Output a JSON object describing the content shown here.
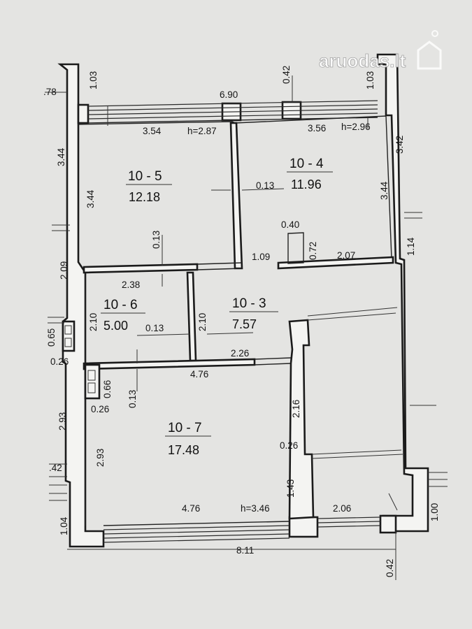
{
  "watermark": "aruodas.lt",
  "rooms": [
    {
      "id": "10 - 5",
      "area": "12.18"
    },
    {
      "id": "10 - 4",
      "area": "11.96"
    },
    {
      "id": "10 - 6",
      "area": "5.00"
    },
    {
      "id": "10 - 3",
      "area": "7.57"
    },
    {
      "id": "10 - 7",
      "area": "17.48"
    }
  ],
  "dimensions": {
    "d_078": ".78",
    "d_103a": "1.03",
    "d_690": "6.90",
    "d_042a": "0.42",
    "d_103b": "1.03",
    "d_354": "3.54",
    "h_287": "h=2.87",
    "d_356": "3.56",
    "h_296": "h=2.96",
    "d_344a": "3.44",
    "d_344b": "3.44",
    "d_344c": "3.44",
    "d_342": "3.42",
    "d_013a": "0.13",
    "d_013b": "0.13",
    "d_040": "0.40",
    "d_072": "0.72",
    "d_109": "1.09",
    "d_207": "2.07",
    "d_114": "1.14",
    "d_209": "2.09",
    "d_238": "2.38",
    "d_210a": "2.10",
    "d_210b": "2.10",
    "d_013c": "0.13",
    "d_065": "0.65",
    "d_026a": "0.26",
    "d_226": "2.26",
    "d_476a": "4.76",
    "d_066": "0.66",
    "d_026b": "0.26",
    "d_013d": "0.13",
    "d_216": "2.16",
    "d_293a": "2.93",
    "d_293b": "2.93",
    "d_026c": "0.26",
    "d_042b": ".42",
    "d_143": "1.43",
    "d_104": "1.04",
    "d_476b": "4.76",
    "h_346": "h=3.46",
    "d_206": "2.06",
    "d_100": "1.00",
    "d_811": "8.11",
    "d_042c": "0.42"
  }
}
